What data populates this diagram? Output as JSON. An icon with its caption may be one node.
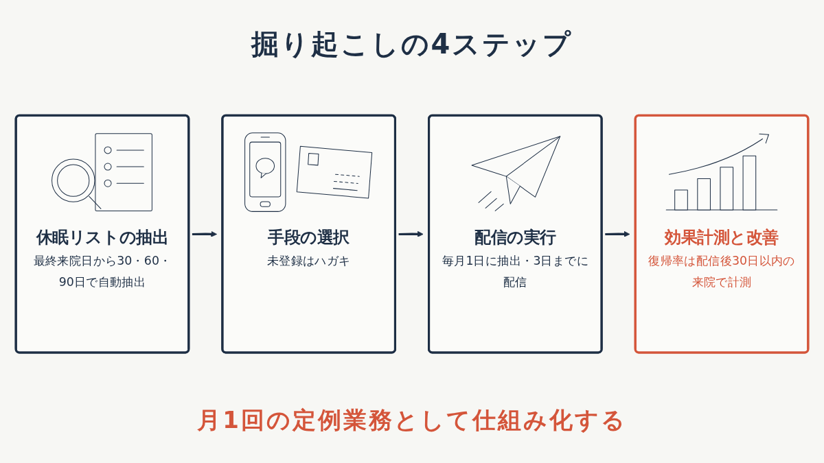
{
  "diagram": {
    "title": "掘り起こしの4ステップ",
    "caption": "月1回の定例業務として仕組み化する",
    "nodes": [
      {
        "text": [
          "休眠リストの抽出",
          "最終来院日から30・60・90日で自動抽出"
        ]
      },
      {
        "text": [
          "手段の選択",
          "未登録はハガキ"
        ]
      },
      {
        "text": [
          "配信の実行",
          "毎月1日に抽出・3日までに配信"
        ]
      },
      {
        "text": [
          "効果計測と改善",
          "復帰率は配信後30日以内の来院で計測"
        ]
      }
    ],
    "edges": [
      {
        "from": 0,
        "to": 1,
        "arrow": "to"
      },
      {
        "from": 1,
        "to": 2,
        "arrow": "to"
      },
      {
        "from": 2,
        "to": 3,
        "arrow": "to"
      }
    ]
  }
}
